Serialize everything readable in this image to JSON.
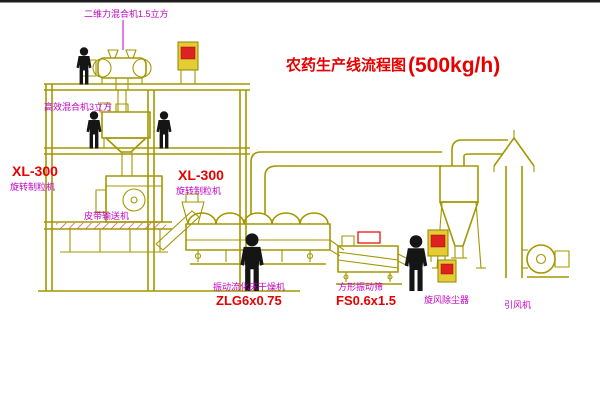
{
  "title": {
    "main": "农药生产线流程图",
    "capacity": "(500kg/h)"
  },
  "equipment_labels": {
    "two_dimensional_mixer": "二维力混合机1.5立方",
    "high_efficiency_mixer": "高效混合机3立方",
    "granulator_left_model": "XL-300",
    "granulator_left_name": "旋转制粒机",
    "granulator_mid_model": "XL-300",
    "granulator_mid_name": "旋转制粒机",
    "belt_conveyor": "皮带输送机",
    "dryer_name": "振动流化床干燥机",
    "dryer_model": "ZLG6x0.75",
    "sieve_name": "方形振动筛",
    "sieve_model": "FS0.6x1.5",
    "cyclone": "旋风除尘器",
    "fan": "引风机"
  },
  "colors": {
    "drawing_line": "#a39700",
    "label_magenta": "#c400c4",
    "label_red": "#e60000",
    "cabinet_yellow": "#e4cd33",
    "display_red": "#dd2222",
    "figure_black": "#151515",
    "hatch_red": "#e04040"
  }
}
